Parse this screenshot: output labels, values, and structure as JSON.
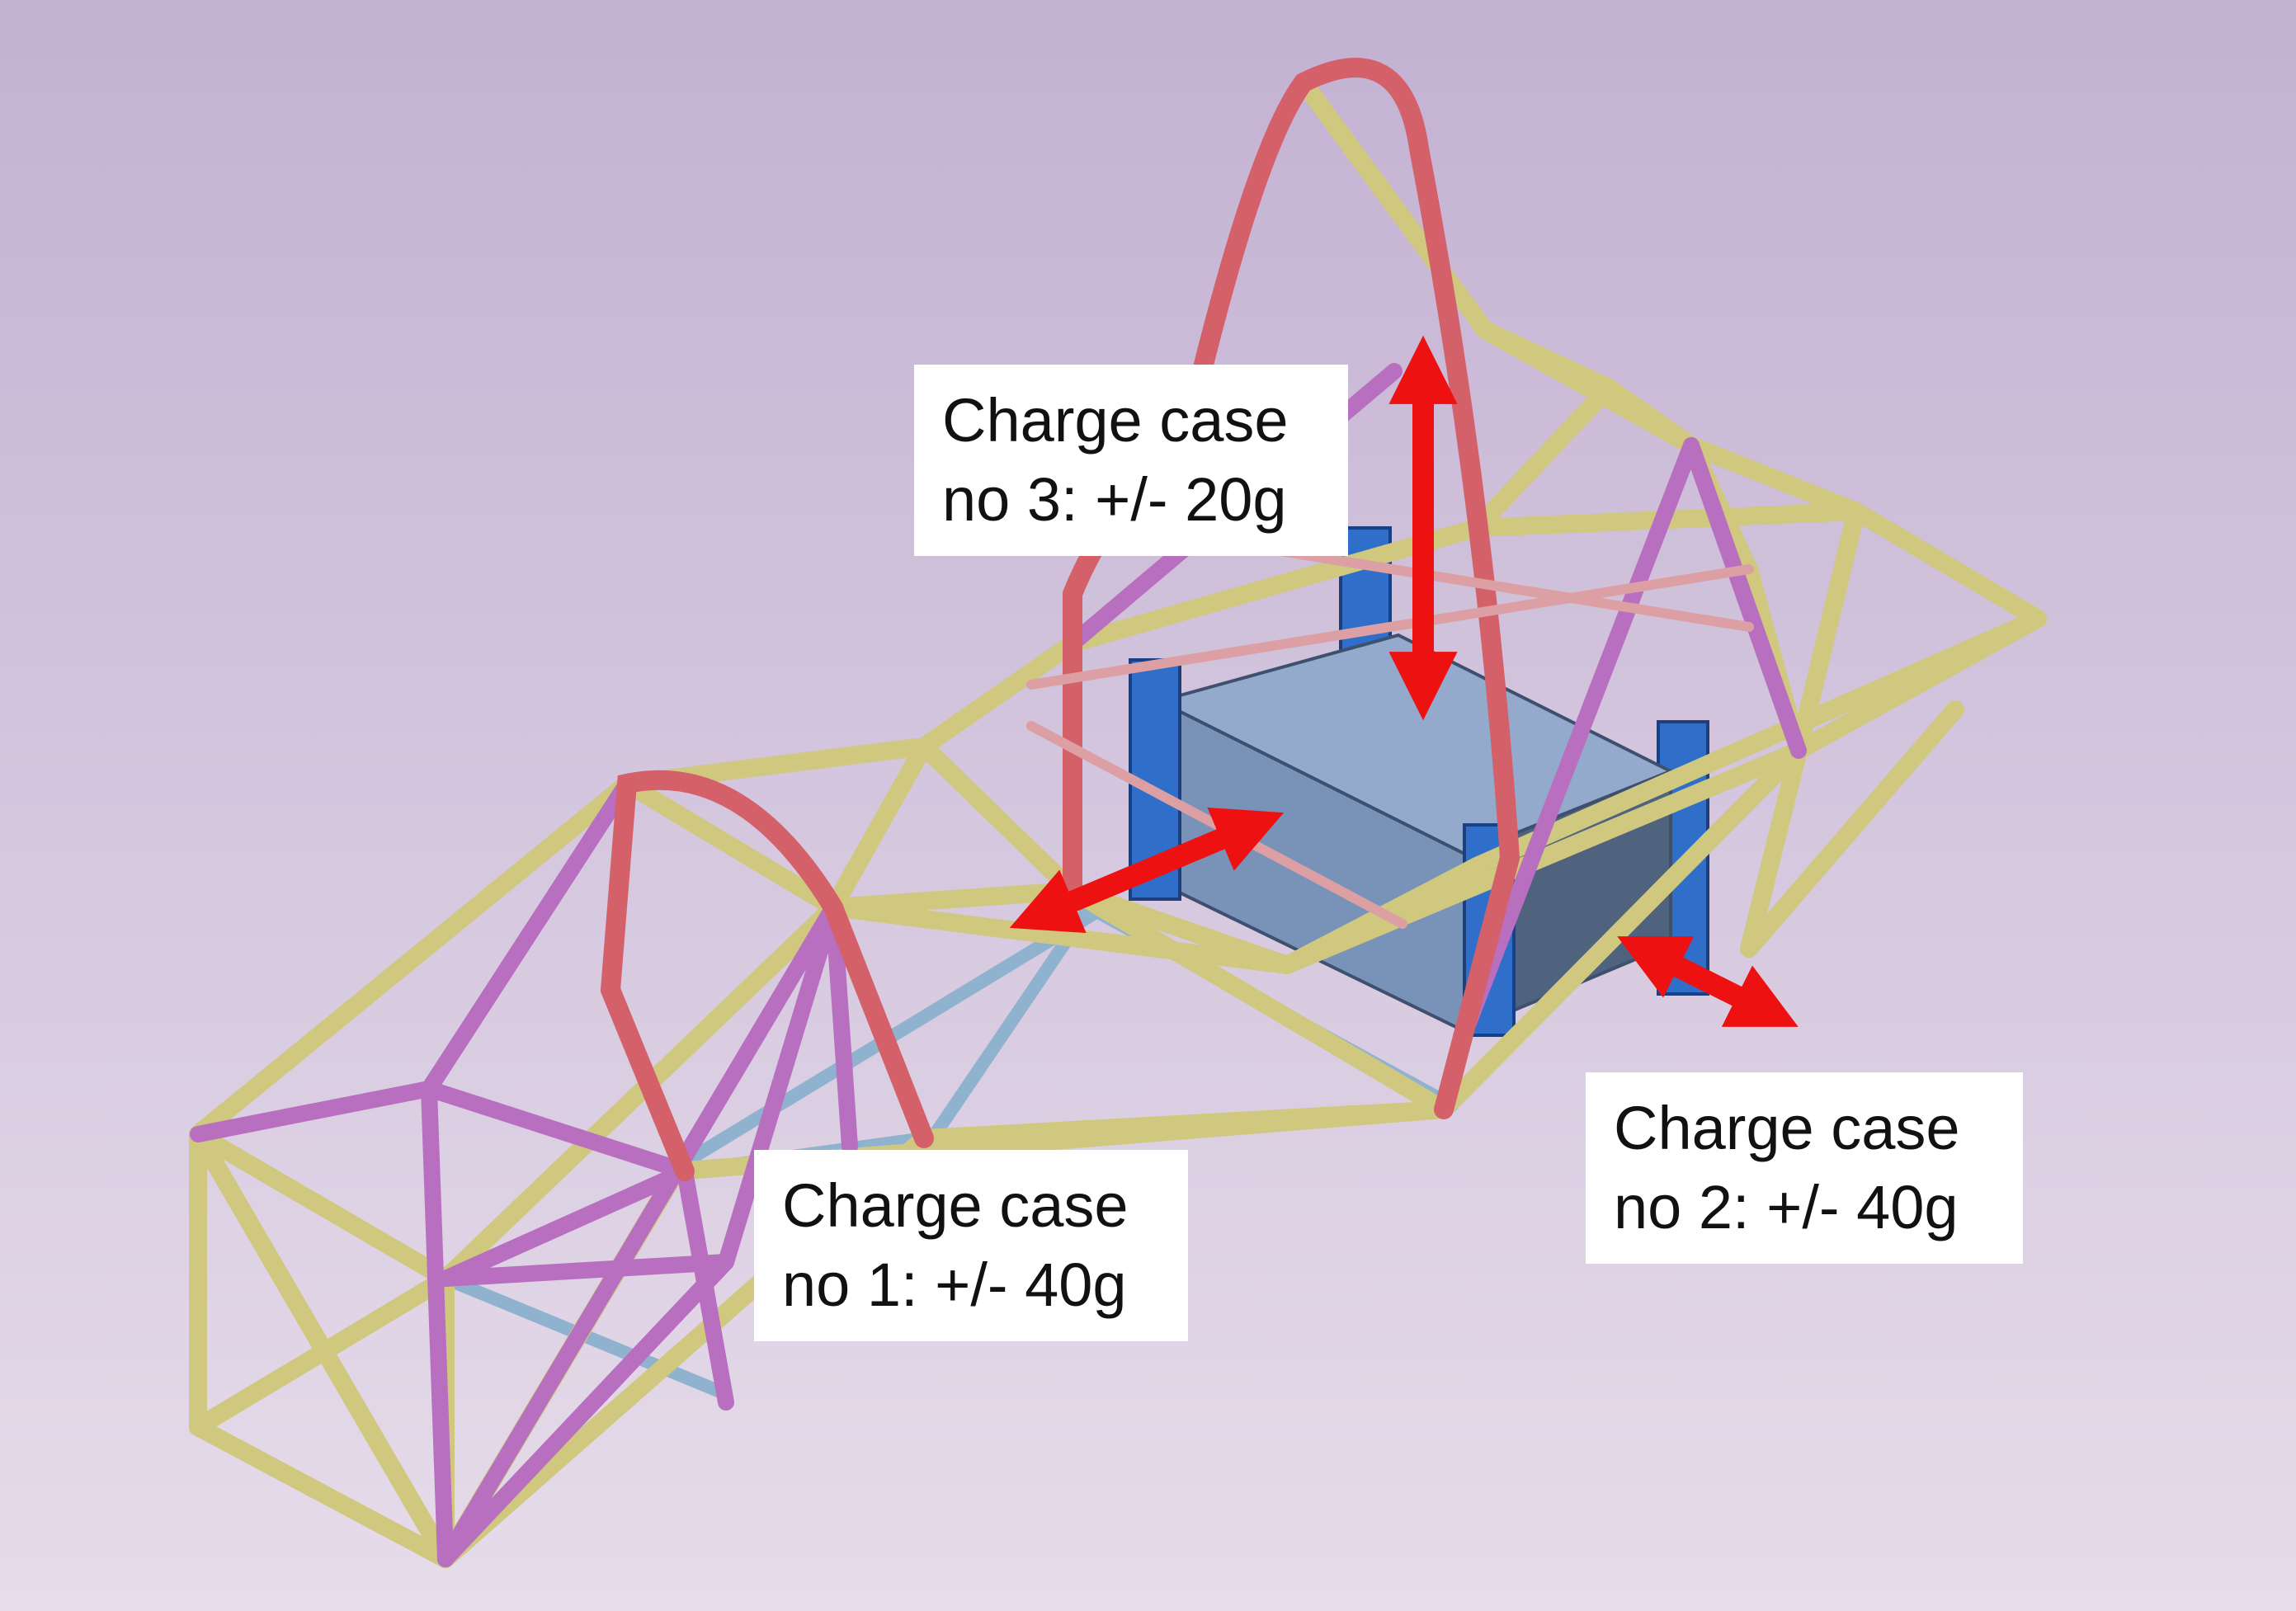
{
  "colors": {
    "background_top": "#c3b1d2",
    "background_bottom": "#e6dcea",
    "main_tube": "#cfc87e",
    "hoop_tube": "#d4606a",
    "brace_tube": "#b86fc0",
    "floor_tube": "#8fb3cf",
    "battery_box": "#7f9bbf",
    "mount_post": "#2f6fc9",
    "arrow": "#ee1111"
  },
  "labels": {
    "case1": {
      "line1": "Charge case",
      "line2": "no 1: +/- 40g"
    },
    "case2": {
      "line1": "Charge case",
      "line2": "no 2: +/- 40g"
    },
    "case3": {
      "line1": "Charge case",
      "line2": "no 3: +/- 20g"
    }
  }
}
